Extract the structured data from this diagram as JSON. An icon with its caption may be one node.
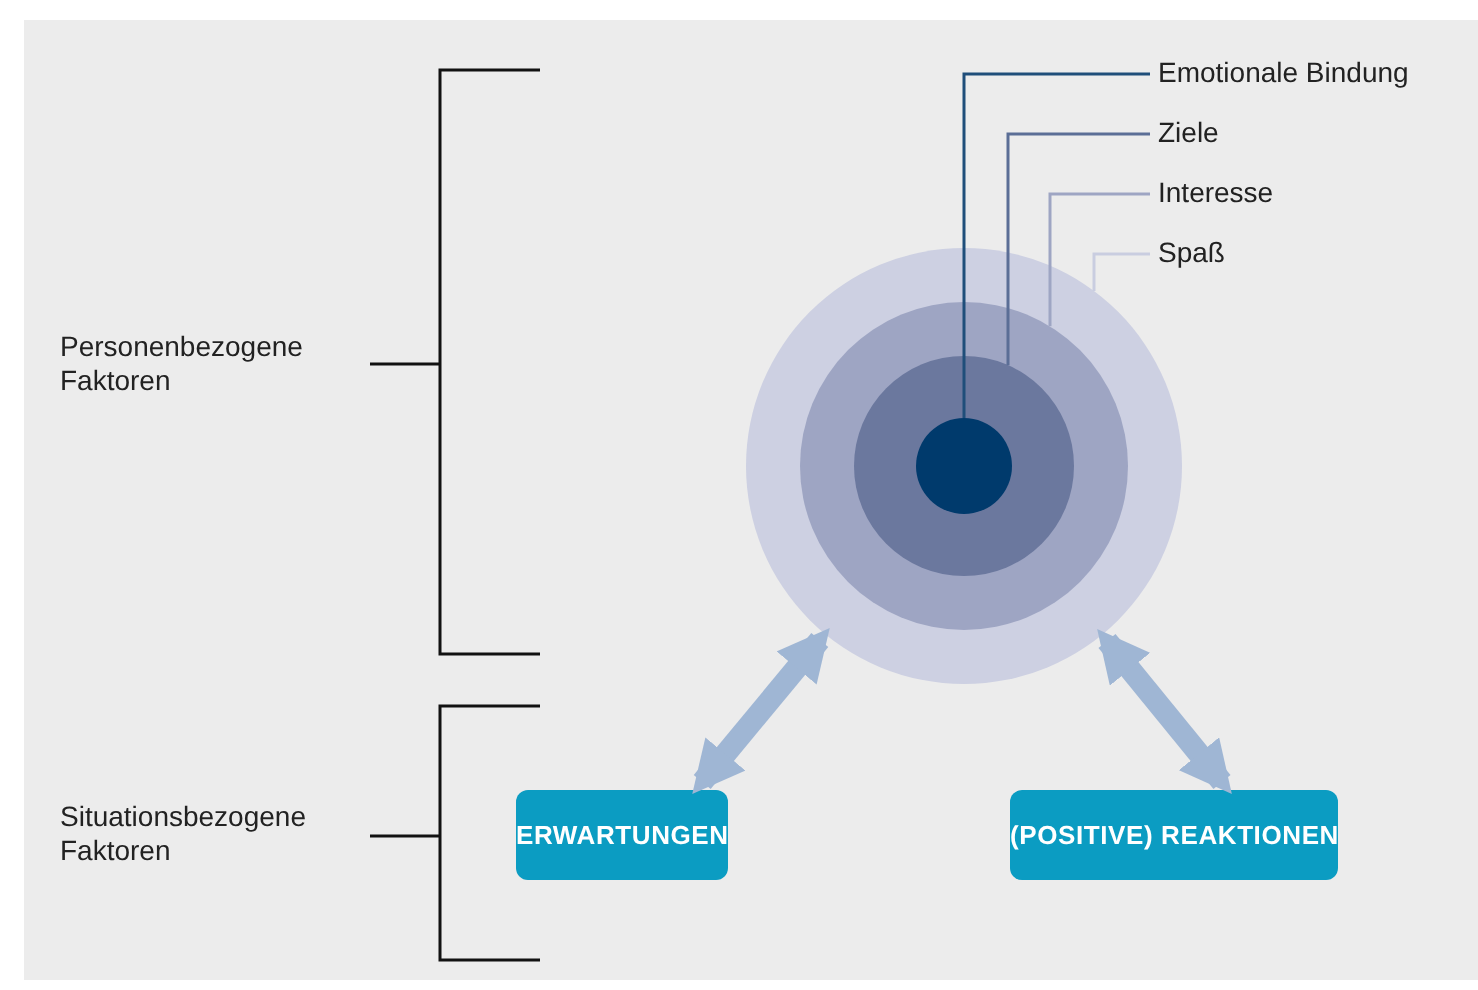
{
  "diagram": {
    "nodes": [
      {
        "text": [
          "Emotionale Bindung"
        ]
      },
      {
        "text": [
          "Ziele"
        ]
      },
      {
        "text": [
          "Interesse"
        ]
      },
      {
        "text": [
          "Spaß"
        ]
      },
      {
        "text": [],
        "shape": "circle"
      },
      {
        "text": [],
        "shape": "circle",
        "in": 4
      },
      {
        "text": [],
        "shape": "circle",
        "in": 5
      },
      {
        "text": [],
        "shape": "circle",
        "in": 6
      },
      {
        "text": [
          "ERWARTUNGEN"
        ]
      },
      {
        "text": [
          "(POSITIVE) REAKTIONEN"
        ]
      }
    ],
    "edges": [
      {
        "from": 0,
        "to": 7,
        "arrow": "none",
        "color": "#1f4e7a"
      },
      {
        "from": 1,
        "to": 6,
        "arrow": "none",
        "color": "#5b6e96"
      },
      {
        "from": 2,
        "to": 5,
        "arrow": "none",
        "color": "#9ea5c3"
      },
      {
        "from": 3,
        "to": 4,
        "arrow": "none",
        "color": "#c9cde0"
      },
      {
        "from": 4,
        "to": 8,
        "arrow": "both",
        "style": "thick"
      },
      {
        "from": 4,
        "to": 9,
        "arrow": "both",
        "style": "thick"
      }
    ],
    "labels": [
      "Personenbezogene Faktoren",
      "Situationsbezogene Faktoren"
    ]
  }
}
